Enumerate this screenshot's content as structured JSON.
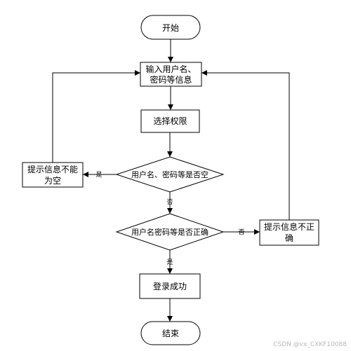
{
  "nodes": {
    "start": "开始",
    "input_line1": "输入用户名、",
    "input_line2": "密码等信息",
    "select": "选择权限",
    "decision_empty": "用户名、密码等是否空",
    "prompt_empty_line1": "提示信息不能",
    "prompt_empty_line2": "为空",
    "decision_correct": "用户名密码等是否正确",
    "prompt_wrong_line1": "提示信息不正",
    "prompt_wrong_line2": "确",
    "success": "登录成功",
    "end": "结束"
  },
  "edge_labels": {
    "empty_yes": "是",
    "empty_no": "否",
    "correct_no": "否",
    "correct_yes": "是"
  },
  "watermark": "CSDN @vx_CXKF10088"
}
